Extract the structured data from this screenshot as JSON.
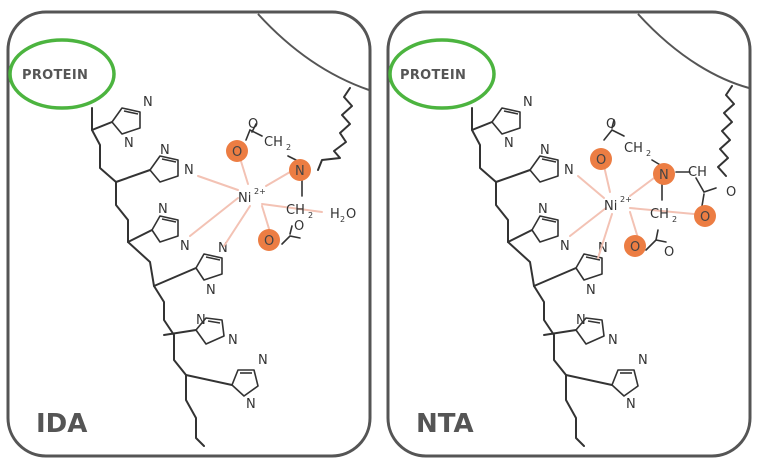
{
  "colors": {
    "frame": "#555555",
    "protein_outline": "#4cb43f",
    "chelating_atom": "#ec7d43",
    "coordination_line": "#f3c2b4",
    "text": "#333333"
  },
  "panels": [
    {
      "label": "IDA",
      "protein_label": "PROTEIN",
      "metal": {
        "symbol": "Ni",
        "charge": "2+"
      },
      "ring_atom": "N",
      "chelator_circles": [
        {
          "symbol": "N"
        },
        {
          "symbol": "O"
        },
        {
          "symbol": "O"
        }
      ],
      "groups": {
        "ch2_a": "CH",
        "ch2_b": "CH",
        "sub2": "2",
        "water": "H",
        "water_o": "O",
        "carboxyl_o": "O"
      }
    },
    {
      "label": "NTA",
      "protein_label": "PROTEIN",
      "metal": {
        "symbol": "Ni",
        "charge": "2+"
      },
      "ring_atom": "N",
      "chelator_circles": [
        {
          "symbol": "N"
        },
        {
          "symbol": "O"
        },
        {
          "symbol": "O"
        },
        {
          "symbol": "O"
        }
      ],
      "groups": {
        "ch2_a": "CH",
        "ch2_b": "CH",
        "ch": "CH",
        "sub2": "2",
        "carboxyl_o": "O"
      }
    }
  ]
}
